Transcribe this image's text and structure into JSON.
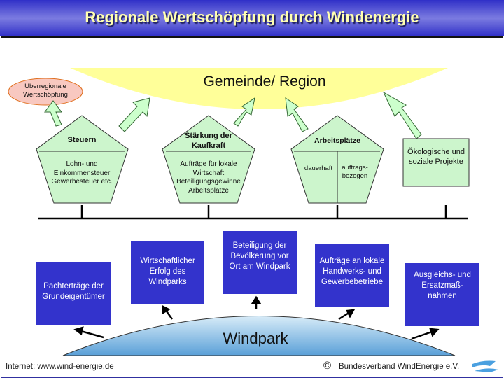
{
  "title": "Regionale Wertschöpfung durch Windenergie",
  "region": "Gemeinde/ Region",
  "supra": "Überregionale Wertschöpfung",
  "pentagons": [
    {
      "heading": "Steuern",
      "body": "Lohn- und Einkommensteuer Gewerbesteuer etc."
    },
    {
      "heading": "Stärkung der Kaufkraft",
      "body": "Aufträge für lokale Wirtschaft Beteiligungsgewinne Arbeitsplätze"
    },
    {
      "heading": "Arbeitsplätze",
      "left": "dauerhaft",
      "right": "auftrags-bezogen"
    }
  ],
  "eco": "Ökologische und soziale Projekte",
  "boxes": [
    "Pachterträge der Grundeigentümer",
    "Wirtschaftlicher Erfolg des Windparks",
    "Beteiligung der Bevölkerung vor Ort am Windpark",
    "Aufträge an lokale Handwerks- und Gewerbebetriebe",
    "Ausgleichs- und Ersatzmaß-nahmen"
  ],
  "windpark": "Windpark",
  "footer": {
    "internet": "Internet: www.wind-energie.de",
    "copyright": "©",
    "org": "Bundesverband WindEnergie e.V."
  }
}
